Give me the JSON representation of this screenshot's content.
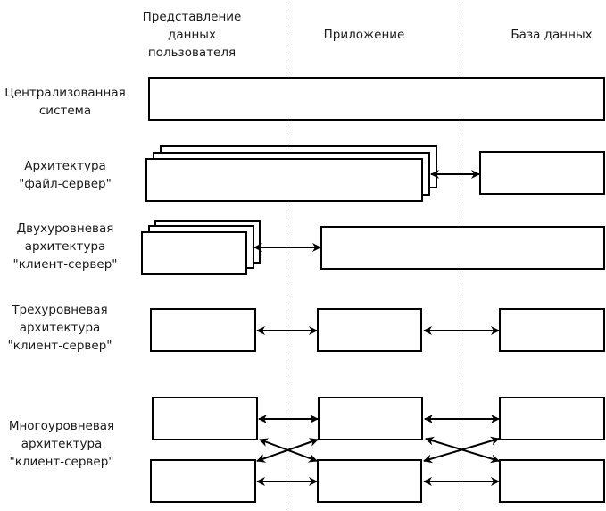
{
  "columns": [
    {
      "lines": [
        "Представление",
        "данных",
        "пользователя"
      ]
    },
    {
      "lines": [
        "Приложение"
      ]
    },
    {
      "lines": [
        "База данных"
      ]
    }
  ],
  "rows": [
    {
      "lines": [
        "Централизованная",
        "система"
      ]
    },
    {
      "lines": [
        "Архитектура",
        "\"файл-сервер\""
      ]
    },
    {
      "lines": [
        "Двухуровневая",
        "архитектура",
        "\"клиент-сервер\""
      ]
    },
    {
      "lines": [
        "Трехуровневая",
        "архитектура",
        "\"клиент-сервер\""
      ]
    },
    {
      "lines": [
        "Многоуровневая",
        "архитектура",
        "\"клиент-сервер\""
      ]
    }
  ],
  "colors": {
    "stroke": "#000000",
    "text": "#1a1a1a",
    "background": "#ffffff"
  }
}
